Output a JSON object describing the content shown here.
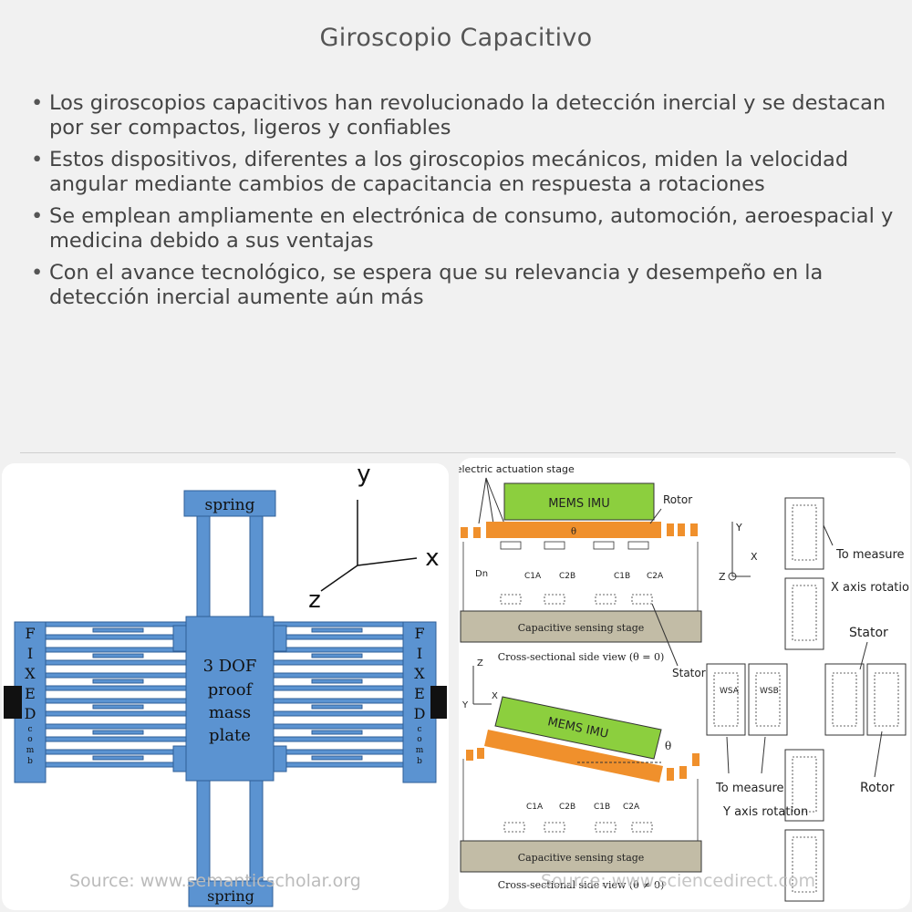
{
  "title": "Giroscopio Capacitivo",
  "bullets": [
    "Los giroscopios capacitivos han revolucionado la detección inercial y se destacan por ser compactos, ligeros y confiables",
    "Estos dispositivos, diferentes a los giroscopios mecánicos, miden la velocidad angular mediante cambios de capacitancia en respuesta a rotaciones",
    "Se emplean ampliamente en electrónica de consumo, automoción, aeroespacial y medicina debido a sus ventajas",
    "Con el avance tecnológico, se espera que su relevancia y desempeño en la detección inercial aumente aún más"
  ],
  "left_figure": {
    "spring_top": "spring",
    "spring_bottom": "spring",
    "proof_mass": [
      "3 DOF",
      "proof",
      "mass",
      "plate"
    ],
    "comb_left": [
      "F",
      "I",
      "X",
      "E",
      "D",
      "c",
      "o",
      "m",
      "b"
    ],
    "comb_right": [
      "F",
      "I",
      "X",
      "E",
      "D",
      "c",
      "o",
      "m",
      "b"
    ],
    "axis_y": "y",
    "axis_x": "x",
    "axis_z": "z",
    "source": "Source: www.semanticscholar.org"
  },
  "right_figure": {
    "piezo_label": "Piezoelectric actuation stage",
    "mems_top": "MEMS IMU",
    "rotor_label": "Rotor",
    "theta_symbol": "θ",
    "dn_label": "Dn",
    "caps_top": [
      "C1A",
      "C2B",
      "C1B",
      "C2A"
    ],
    "sensing_top": "Capacitive sensing stage",
    "view_top": "Cross-sectional side view (θ = 0)",
    "stator_label": "Stator",
    "axis_z": "Z",
    "axis_y": "Y",
    "axis_x": "X",
    "mems_bottom": "MEMS IMU",
    "caps_bottom": [
      "C1A",
      "C2B",
      "C1B",
      "C2A"
    ],
    "sensing_bottom": "Capacitive sensing stage",
    "view_bottom": "Cross-sectional side view (θ ≠ 0)",
    "to_measure_x": [
      "To measure",
      "X axis rotation"
    ],
    "stator_right": "Stator",
    "wsa": "WSA",
    "wsb": "WSB",
    "rotor_right": "Rotor",
    "to_measure_y": [
      "To measure",
      "Y axis rotation"
    ],
    "source": "Source: www.sciencedirect.com"
  },
  "colors": {
    "blue": "#5b93d1",
    "blue_dark": "#2f5f98",
    "green": "#8ccf3e",
    "orange": "#f0902c",
    "ground": "#c2bca6"
  }
}
